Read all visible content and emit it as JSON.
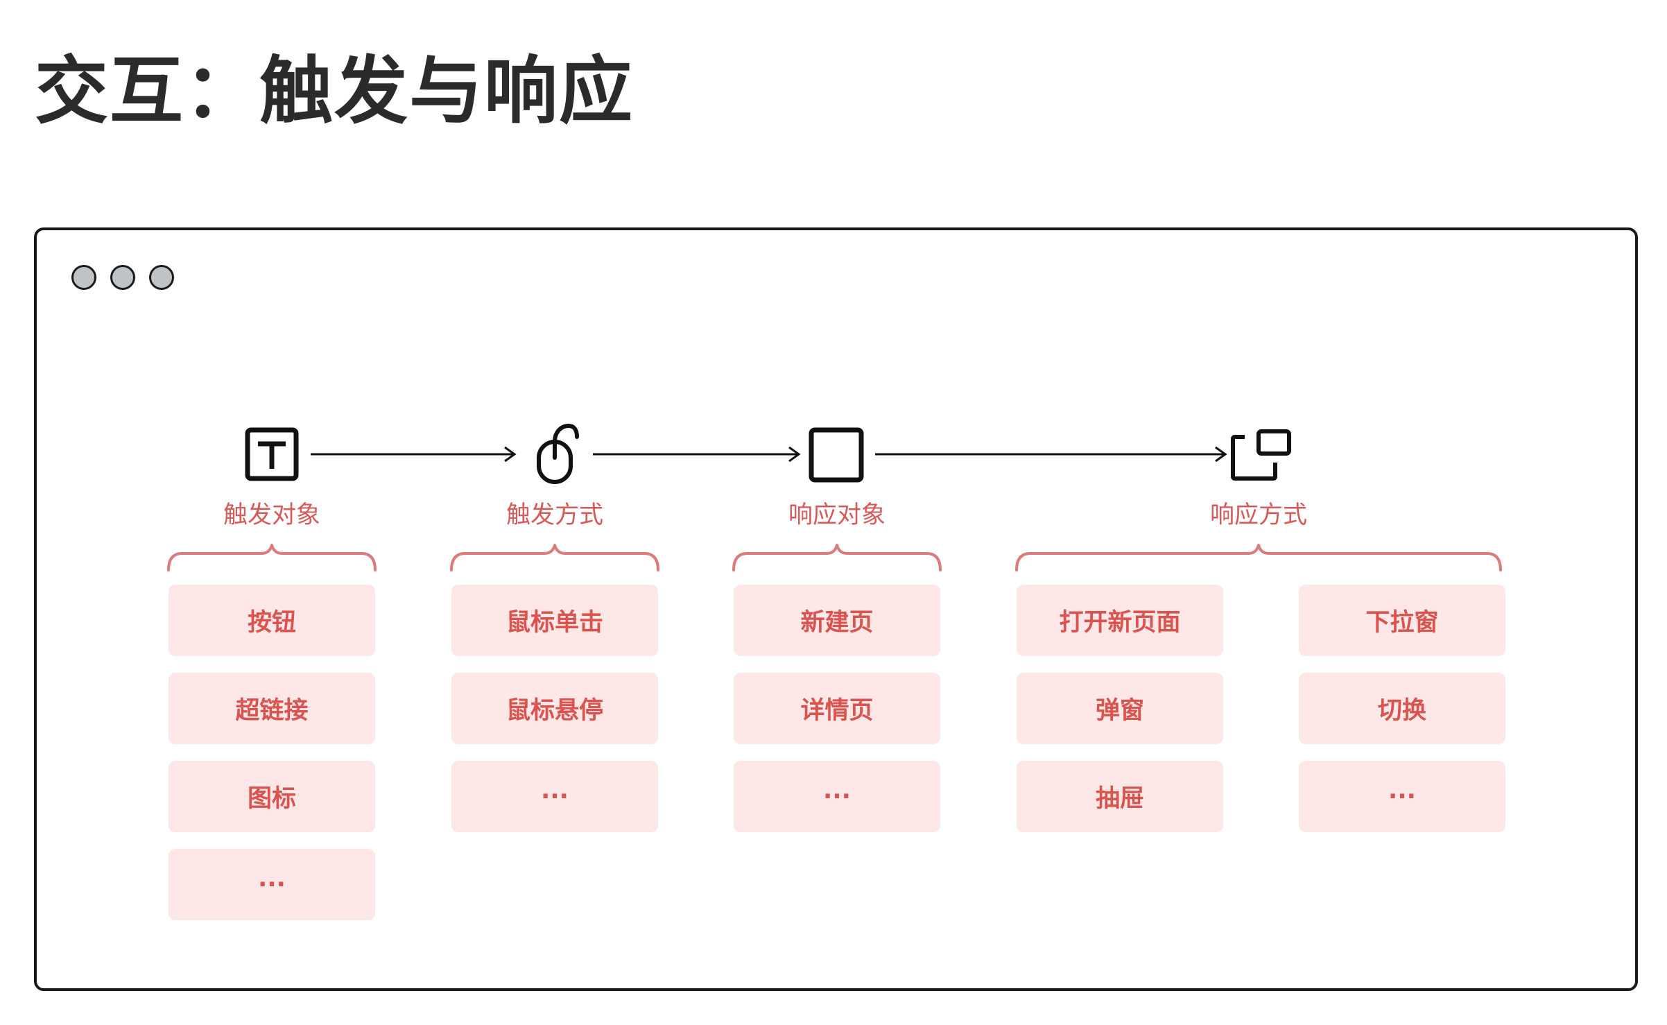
{
  "title": "交互：触发与响应",
  "colors": {
    "title": "#2b2b2b",
    "frame": "#1a1a1a",
    "dot_fill": "#bfc2c7",
    "label": "#d55b5b",
    "brace": "#dc7b7b",
    "item_bg": "#fde7e7",
    "item_text": "#d9534f"
  },
  "window": {
    "controls": [
      "window-dot",
      "window-dot",
      "window-dot"
    ]
  },
  "stages": [
    {
      "label": "触发对象",
      "icon": "text-box-icon",
      "items": [
        "按钮",
        "超链接",
        "图标",
        "···"
      ]
    },
    {
      "label": "触发方式",
      "icon": "mouse-icon",
      "items": [
        "鼠标单击",
        "鼠标悬停",
        "···"
      ]
    },
    {
      "label": "响应对象",
      "icon": "square-icon",
      "items": [
        "新建页",
        "详情页",
        "···"
      ]
    },
    {
      "label": "响应方式",
      "icon": "popup-window-icon",
      "columns": [
        [
          "打开新页面",
          "弹窗",
          "抽屉"
        ],
        [
          "下拉窗",
          "切换",
          "···"
        ]
      ]
    }
  ]
}
